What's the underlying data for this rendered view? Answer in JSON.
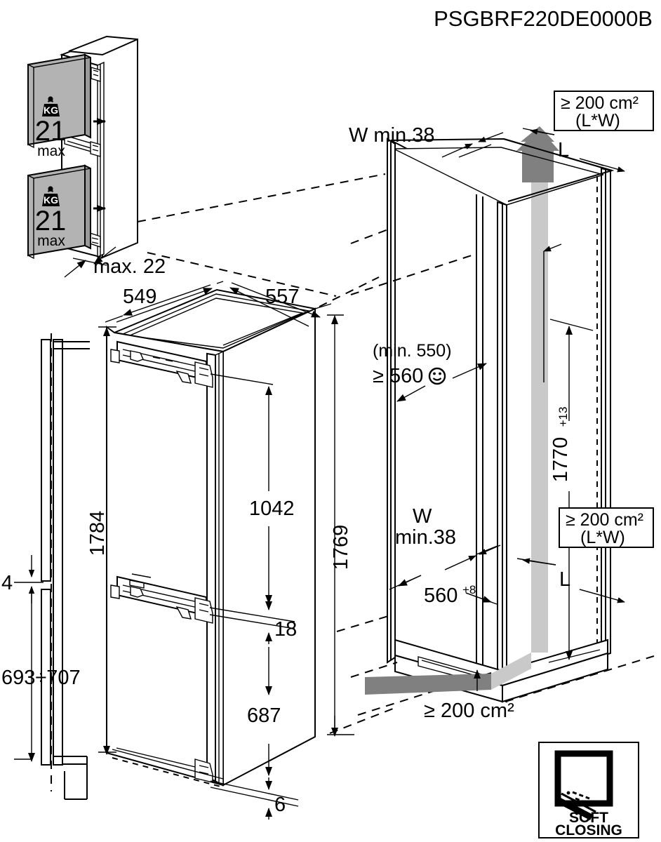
{
  "title": "PSGBRF220DE0000B",
  "door_panels": {
    "upper": {
      "weight": "21",
      "unit": "KG",
      "qualifier": "max",
      "icon": "weight-kg-icon"
    },
    "lower": {
      "weight": "21",
      "unit": "KG",
      "qualifier": "max",
      "icon": "weight-kg-icon"
    },
    "panel_thickness": "max. 22"
  },
  "appliance": {
    "depth_front": "549",
    "depth_side": "557",
    "height_total": "1784",
    "height_body": "1769",
    "upper_door_height": "1042",
    "gap_between_doors": "18",
    "lower_door_height": "687",
    "bottom_clearance": "6"
  },
  "side_profile": {
    "gap": "4",
    "range": "693÷707"
  },
  "niche": {
    "vent_top_label": "≥ 200 cm²",
    "vent_top_sub": "(L*W)",
    "vent_bottom_label": "≥ 200 cm²",
    "vent_bottom_sub": "(L*W)",
    "vent_base_label": "≥ 200 cm²",
    "w_min_top": "W min.38",
    "w_min_bottom_1": "W",
    "w_min_bottom_2": "min.38",
    "length_top": "L",
    "length_bottom": "L",
    "depth_min_note": "(min. 550)",
    "depth_recommended": "≥ 560",
    "depth_smiley": "smiley-icon",
    "width": "560",
    "width_tol": "+8",
    "height": "1770",
    "height_tol": "+13"
  },
  "badge": {
    "line1": "SOFT",
    "line2": "CLOSING",
    "icon": "soft-closing-door-icon"
  },
  "colors": {
    "line": "#000000",
    "panel_gray": "#b3b3b3",
    "airflow_light": "#c9c9c9",
    "airflow_dark": "#808080",
    "background": "#ffffff"
  }
}
